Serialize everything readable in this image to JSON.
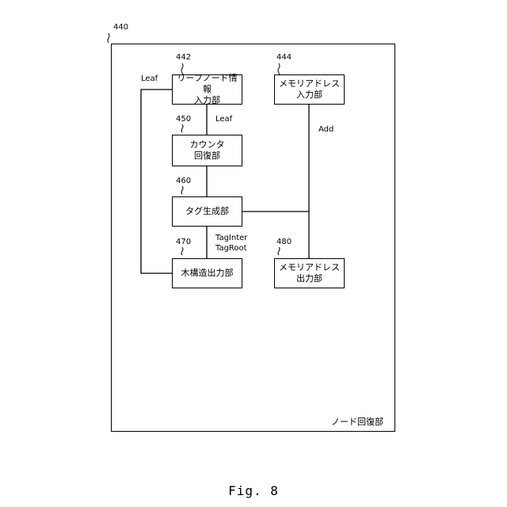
{
  "figure": {
    "outer_ref": "440",
    "outer_label": "ノード回復部",
    "caption": "Fig. 8"
  },
  "blocks": {
    "leaf_input": {
      "ref": "442",
      "line1": "リーフノード情報",
      "line2": "入力部"
    },
    "addr_input": {
      "ref": "444",
      "line1": "メモリアドレス",
      "line2": "入力部"
    },
    "counter": {
      "ref": "450",
      "line1": "カウンタ",
      "line2": "回復部"
    },
    "tag_gen": {
      "ref": "460",
      "line1": "タグ生成部"
    },
    "tree_out": {
      "ref": "470",
      "line1": "木構造出力部"
    },
    "addr_out": {
      "ref": "480",
      "line1": "メモリアドレス",
      "line2": "出力部"
    }
  },
  "signals": {
    "leaf_left": "Leaf",
    "leaf_mid": "Leaf",
    "add": "Add",
    "tag_inter": "TagInter",
    "tag_root": "TagRoot"
  }
}
